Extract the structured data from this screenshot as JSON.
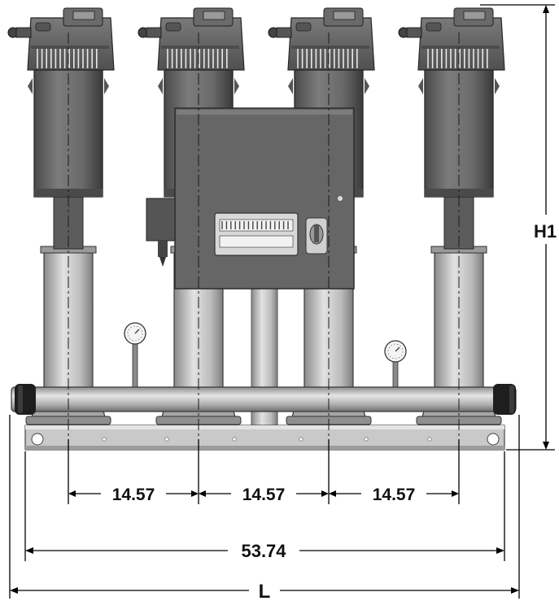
{
  "drawing": {
    "pump_count": 4,
    "gauge_count": 2,
    "colors": {
      "motor": "#6f6f6f",
      "motor_dark": "#3c3c3c",
      "motor_light": "#8e8e8e",
      "panel": "#6a6a6a",
      "steel": "#b9b9b9",
      "steel_light": "#dcdcdc",
      "steel_dark": "#8a8a8a",
      "base": "#c8c8c8",
      "line": "#000000"
    }
  },
  "dimensions": {
    "pump_spacing": [
      "14.57",
      "14.57",
      "14.57"
    ],
    "manifold_length": "53.74",
    "overall_length": "L",
    "overall_height": "H1"
  }
}
